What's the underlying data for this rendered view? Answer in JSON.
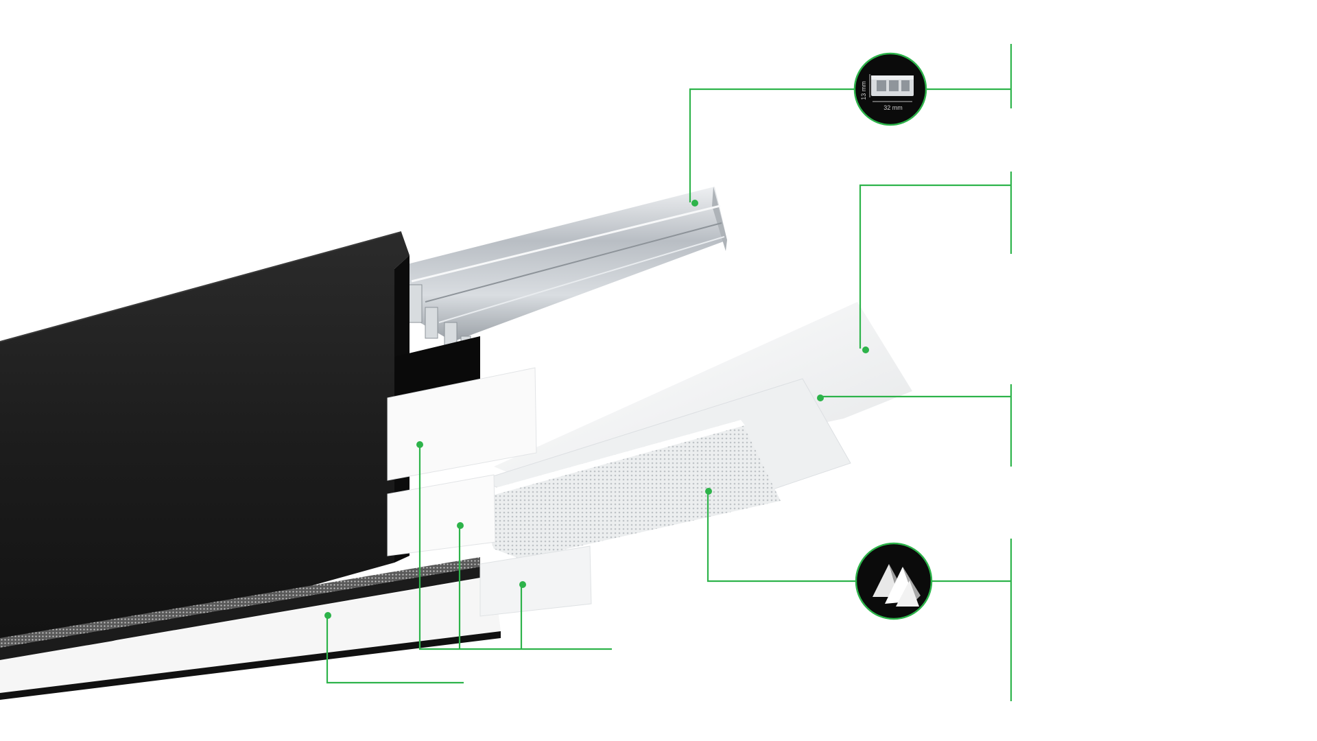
{
  "colors": {
    "callout_line": "#2db34a",
    "callout_dot": "#2db34a",
    "profile_body": "#1e1e1e",
    "aluminium": "#c7ccd1",
    "diffuser": "#f2f3f4",
    "badge_bg": "#0b0b0b"
  },
  "icons": {
    "profile_badge": "profile-cross-section-icon",
    "microprism_badge": "microprism-pyramids-icon"
  },
  "profile_badge": {
    "height_label": "13 mm",
    "width_label": "32 mm"
  },
  "callouts": [
    {
      "id": "aluminium-insert"
    },
    {
      "id": "top-diffuser-sheet"
    },
    {
      "id": "middle-diffuser-sheet"
    },
    {
      "id": "microprism-diffuser"
    },
    {
      "id": "upper-white-insert"
    },
    {
      "id": "middle-white-insert"
    },
    {
      "id": "loose-white-strip"
    },
    {
      "id": "bottom-white-insert"
    }
  ]
}
